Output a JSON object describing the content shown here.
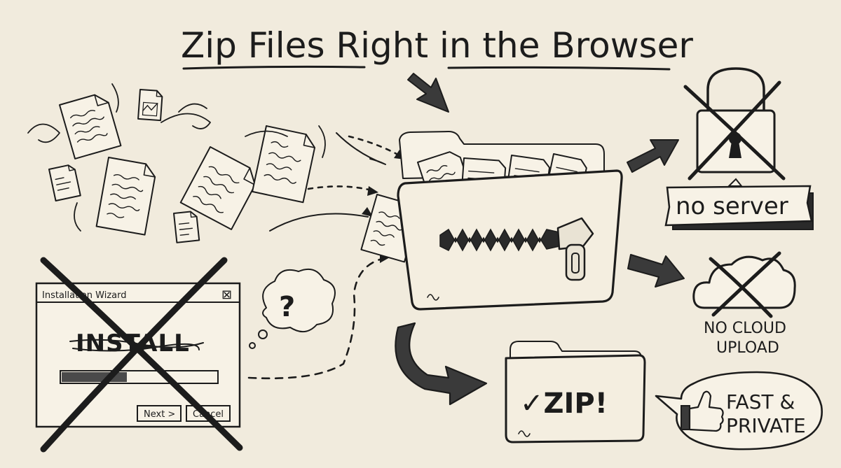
{
  "title": "Zip Files Right in the Browser",
  "wizard": {
    "title": "Installation Wizard",
    "close_glyph": "⊠",
    "install_text": "INSTALL",
    "progress": 0.42,
    "next_label": "Next >",
    "cancel_label": "Cancel"
  },
  "question_glyph": "?",
  "no_server_label": "no server",
  "no_cloud_lines": [
    "NO CLOUD",
    "UPLOAD"
  ],
  "zip_label": "✓ZIP!",
  "fast_private_lines": [
    "FAST &",
    "PRIVATE"
  ],
  "icons": [
    "document-icon",
    "folder-icon",
    "zipper-icon",
    "padlock-icon",
    "cloud-icon",
    "thought-bubble-icon",
    "thumbs-up-icon",
    "arrow-icon"
  ]
}
